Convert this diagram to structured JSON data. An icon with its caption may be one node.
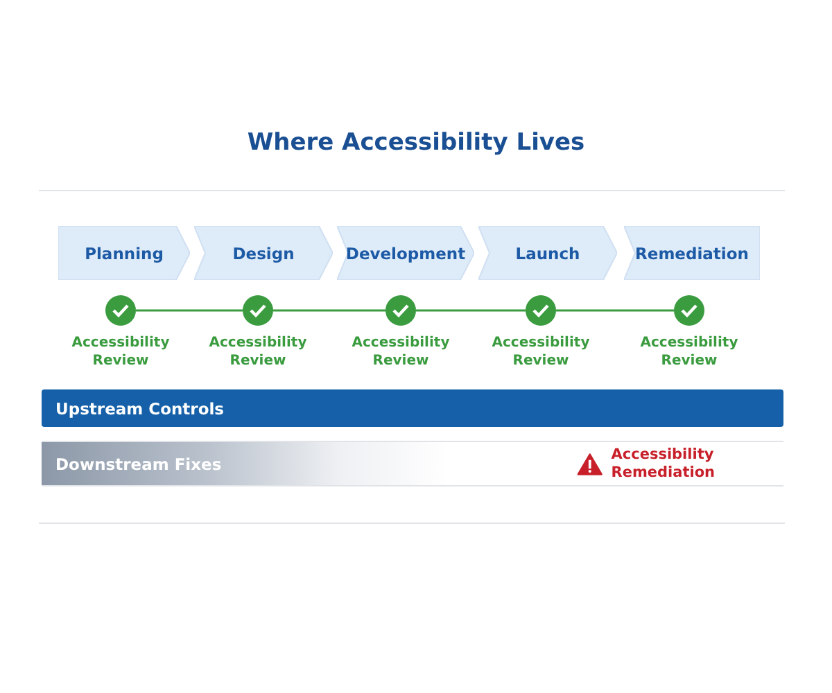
{
  "diagram": {
    "title": "Where Accessibility Lives",
    "nodes": [
      {
        "text": [
          "Planning"
        ]
      },
      {
        "text": [
          "Design"
        ]
      },
      {
        "text": [
          "Development"
        ]
      },
      {
        "text": [
          "Launch"
        ]
      },
      {
        "text": [
          "Remediation"
        ]
      },
      {
        "text": [],
        "shape": "circle",
        "beside": [
          "Accessibility Review"
        ]
      },
      {
        "text": [],
        "shape": "circle",
        "beside": [
          "Accessibility Review"
        ]
      },
      {
        "text": [],
        "shape": "circle",
        "beside": [
          "Accessibility Review"
        ]
      },
      {
        "text": [],
        "shape": "circle",
        "beside": [
          "Accessibility Review"
        ]
      },
      {
        "text": [],
        "shape": "circle",
        "beside": [
          "Accessibility Review"
        ]
      },
      {
        "text": [
          "Upstream Controls"
        ]
      },
      {
        "text": [
          "Downstream Fixes"
        ]
      },
      {
        "text": [
          "Accessibility Remediation"
        ],
        "in": 11
      }
    ],
    "edges": [
      {
        "from": 5,
        "to": 6,
        "arrow": "none"
      },
      {
        "from": 6,
        "to": 7,
        "arrow": "none"
      },
      {
        "from": 7,
        "to": 8,
        "arrow": "none"
      },
      {
        "from": 8,
        "to": 9,
        "arrow": "none"
      }
    ]
  }
}
